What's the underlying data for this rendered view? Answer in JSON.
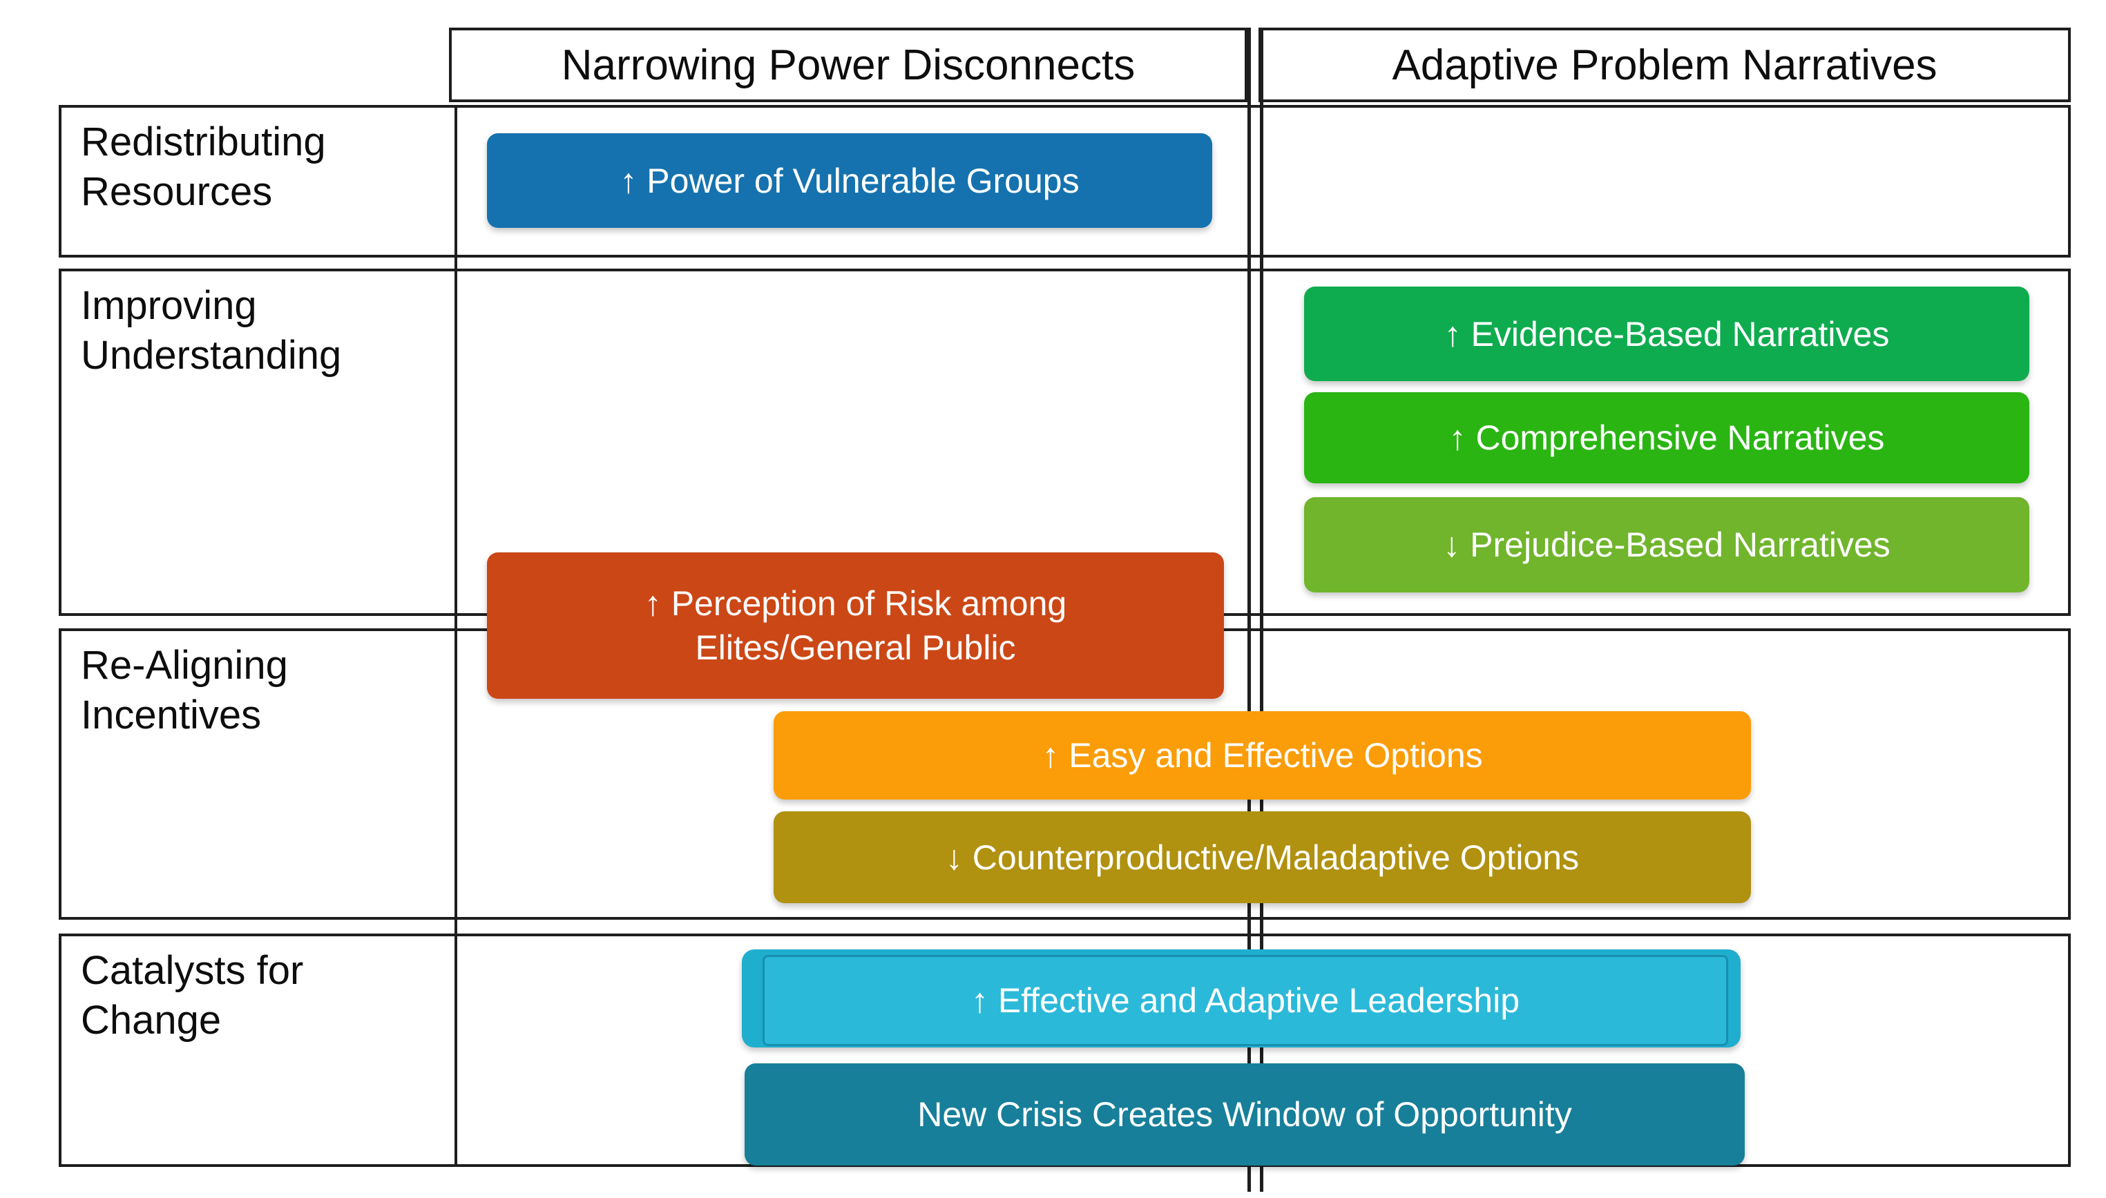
{
  "diagram": {
    "column_headers": [
      "Narrowing Power Disconnects",
      "Adaptive Problem Narratives"
    ],
    "row_headers": [
      "Redistributing Resources",
      "Improving Understanding",
      "Re-Aligning Incentives",
      "Catalysts for Change"
    ],
    "boxes": [
      {
        "id": "power-of-vulnerable-groups",
        "label": "↑ Power of Vulnerable Groups",
        "color": "#1572AE",
        "row": "Redistributing Resources",
        "column": "Narrowing Power Disconnects"
      },
      {
        "id": "evidence-based-narratives",
        "label": "↑ Evidence-Based Narratives",
        "color": "#0FAC4F",
        "row": "Improving Understanding",
        "column": "Adaptive Problem Narratives"
      },
      {
        "id": "comprehensive-narratives",
        "label": "↑ Comprehensive Narratives",
        "color": "#2AB513",
        "row": "Improving Understanding",
        "column": "Adaptive Problem Narratives"
      },
      {
        "id": "prejudice-based-narratives",
        "label": "↓ Prejudice-Based Narratives",
        "color": "#70B52C",
        "row": "Improving Understanding",
        "column": "Adaptive Problem Narratives"
      },
      {
        "id": "perception-of-risk",
        "label": "↑ Perception of Risk among Elites/General Public",
        "color": "#CB4716",
        "row": "Improving Understanding / Re-Aligning Incentives",
        "column": "Narrowing Power Disconnects"
      },
      {
        "id": "easy-effective-options",
        "label": "↑ Easy and Effective Options",
        "color": "#FB9D09",
        "row": "Re-Aligning Incentives",
        "column": "Narrowing Power Disconnects / Adaptive Problem Narratives"
      },
      {
        "id": "counterproductive-options",
        "label": "↓ Counterproductive/Maladaptive Options",
        "color": "#B09110",
        "row": "Re-Aligning Incentives",
        "column": "Narrowing Power Disconnects / Adaptive Problem Narratives"
      },
      {
        "id": "effective-adaptive-leadership",
        "label": "↑ Effective and Adaptive Leadership",
        "color": "#2BB9D9",
        "outer_color": "#1FAECE",
        "row": "Catalysts for Change",
        "column": "Narrowing Power Disconnects / Adaptive Problem Narratives"
      },
      {
        "id": "new-crisis-window",
        "label": "New Crisis Creates Window of Opportunity",
        "color": "#177F9A",
        "row": "Catalysts for Change",
        "column": "Narrowing Power Disconnects / Adaptive Problem Narratives"
      }
    ],
    "colors": {
      "grid_border": "#1e1e1e",
      "background": "#ffffff",
      "box_text": "#ffffff"
    }
  }
}
